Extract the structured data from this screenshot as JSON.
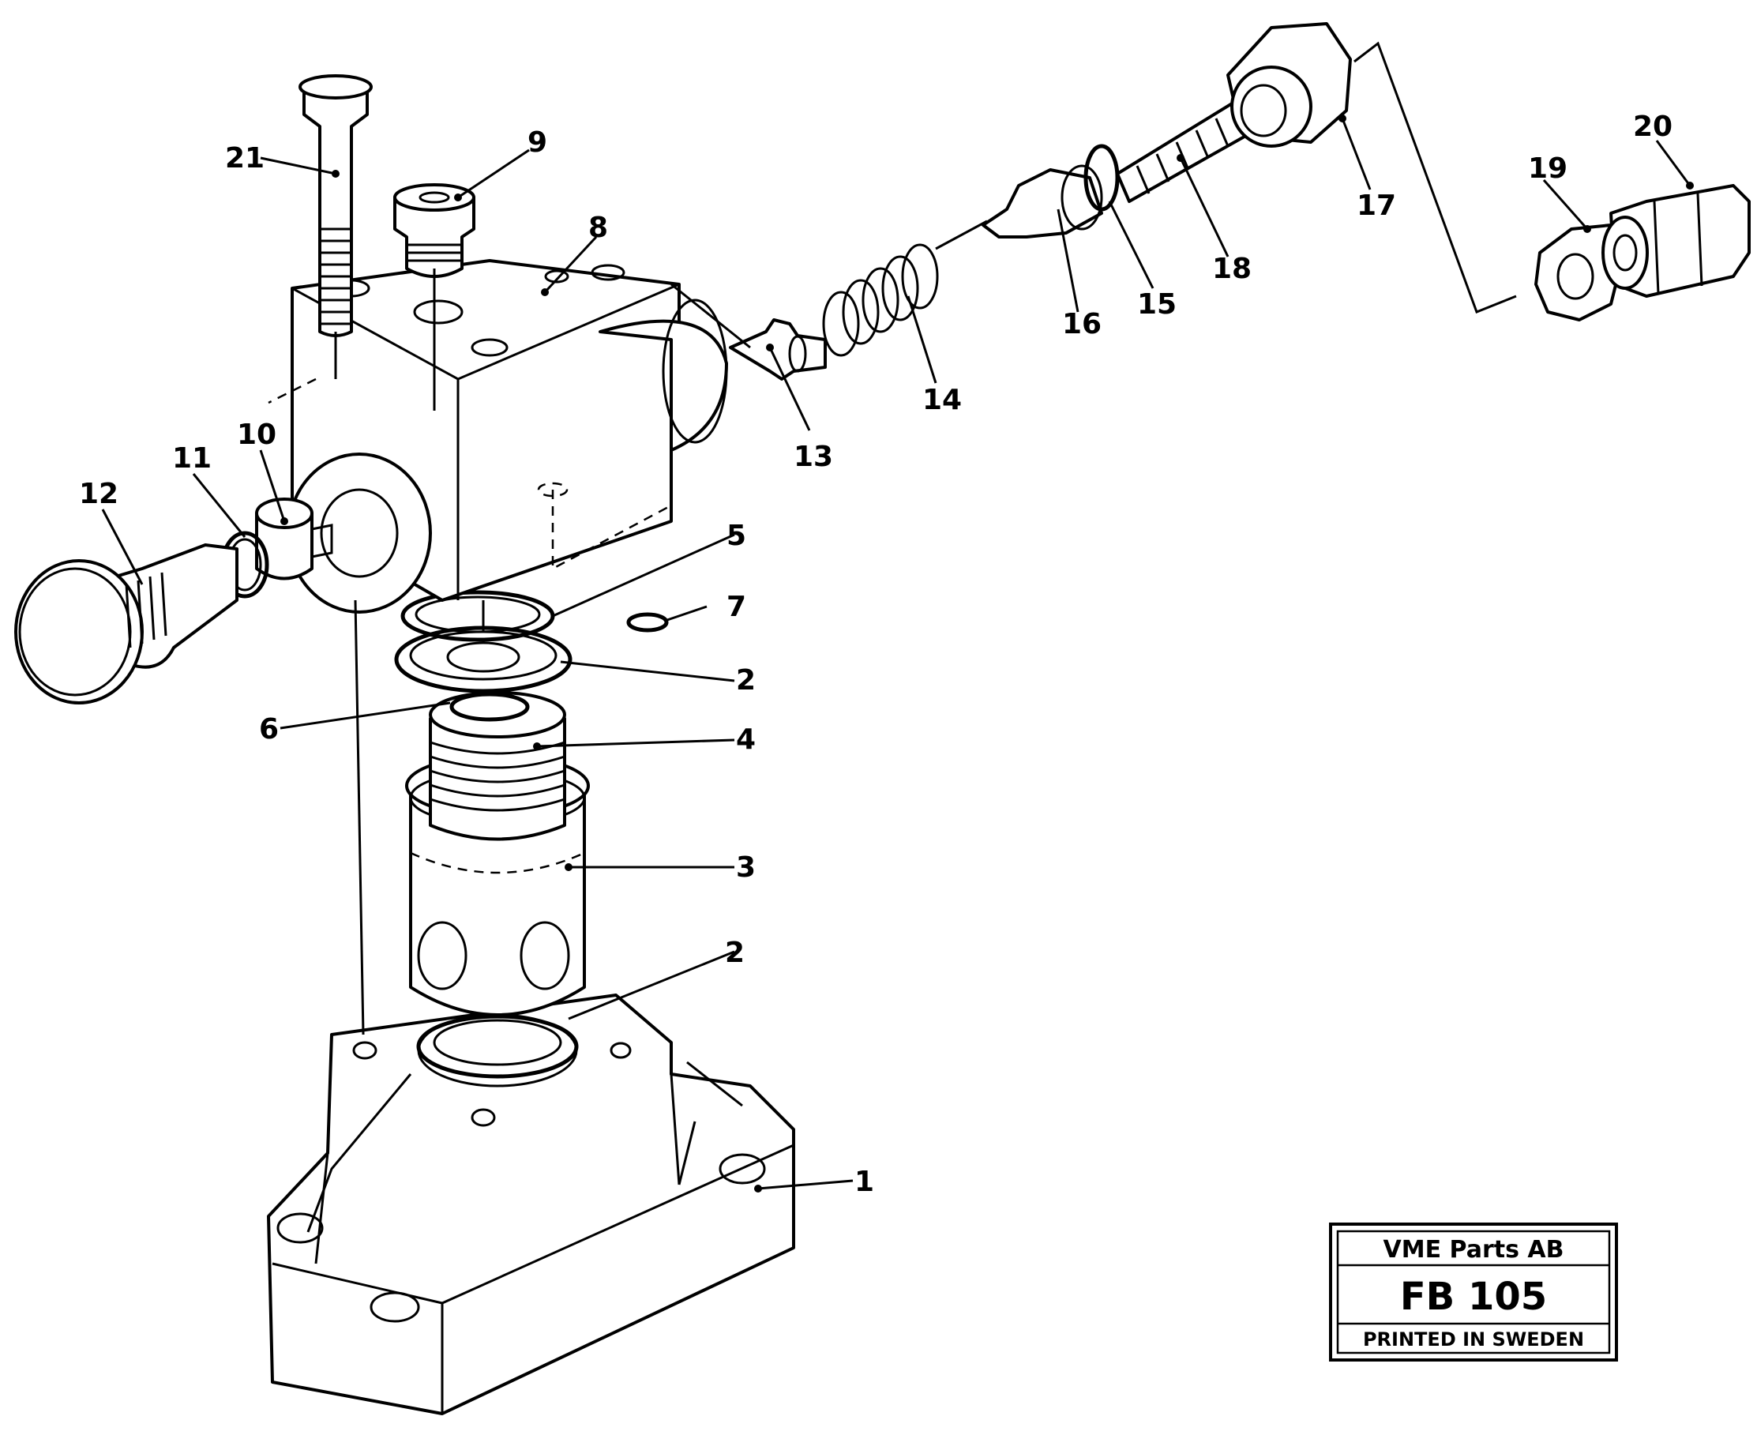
{
  "callouts": [
    {
      "id": "c1",
      "text": "1"
    },
    {
      "id": "c2a",
      "text": "2"
    },
    {
      "id": "c2b",
      "text": "2"
    },
    {
      "id": "c3",
      "text": "3"
    },
    {
      "id": "c4",
      "text": "4"
    },
    {
      "id": "c5",
      "text": "5"
    },
    {
      "id": "c6",
      "text": "6"
    },
    {
      "id": "c7",
      "text": "7"
    },
    {
      "id": "c8",
      "text": "8"
    },
    {
      "id": "c9",
      "text": "9"
    },
    {
      "id": "c10",
      "text": "10"
    },
    {
      "id": "c11",
      "text": "11"
    },
    {
      "id": "c12",
      "text": "12"
    },
    {
      "id": "c13",
      "text": "13"
    },
    {
      "id": "c14",
      "text": "14"
    },
    {
      "id": "c15",
      "text": "15"
    },
    {
      "id": "c16",
      "text": "16"
    },
    {
      "id": "c17",
      "text": "17"
    },
    {
      "id": "c18",
      "text": "18"
    },
    {
      "id": "c19",
      "text": "19"
    },
    {
      "id": "c20",
      "text": "20"
    },
    {
      "id": "c21",
      "text": "21"
    }
  ],
  "title_block": {
    "company": "VME Parts AB",
    "code": "FB 105",
    "footer": "PRINTED IN SWEDEN"
  }
}
